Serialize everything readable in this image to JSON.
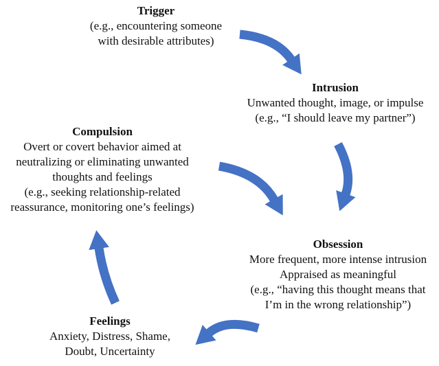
{
  "diagram": {
    "arrow_color": "#4472C4",
    "text_color": "#111111",
    "background": "#ffffff",
    "trigger": {
      "title": "Trigger",
      "lines": [
        "(e.g., encountering someone",
        "with desirable attributes)"
      ]
    },
    "intrusion": {
      "title": "Intrusion",
      "lines": [
        "Unwanted thought, image, or impulse",
        "(e.g., “I should leave my partner”)"
      ]
    },
    "obsession": {
      "title": "Obsession",
      "lines": [
        "More frequent, more intense intrusion",
        "Appraised as meaningful",
        "(e.g., “having this thought means that",
        "I’m in the wrong relationship”)"
      ]
    },
    "feelings": {
      "title": "Feelings",
      "lines": [
        "Anxiety, Distress, Shame,",
        "Doubt, Uncertainty"
      ]
    },
    "compulsion": {
      "title": "Compulsion",
      "lines": [
        "Overt or covert behavior aimed at",
        "neutralizing or eliminating unwanted",
        "thoughts and feelings",
        "(e.g., seeking relationship-related",
        "reassurance, monitoring one’s feelings)"
      ]
    }
  }
}
